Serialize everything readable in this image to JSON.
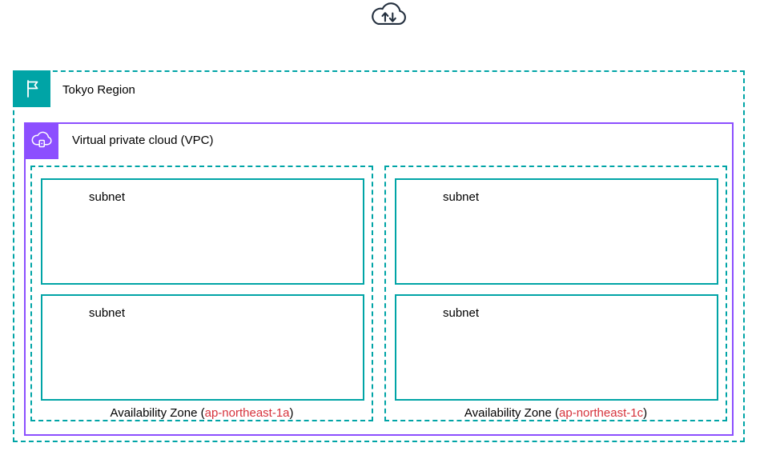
{
  "diagram": {
    "cloud": {
      "icon": "aws-cloud-icon"
    },
    "region": {
      "label": "Tokyo Region",
      "icon": "region-flag-icon",
      "color": "#00a4a6"
    },
    "vpc": {
      "label": "Virtual private cloud (VPC)",
      "icon": "vpc-icon",
      "color": "#8c4fff"
    },
    "availability_zones": [
      {
        "label_prefix": "Availability Zone (",
        "zone_code": "ap-northeast-1a",
        "label_suffix": ")",
        "subnets": [
          {
            "label": "subnet"
          },
          {
            "label": "subnet"
          }
        ]
      },
      {
        "label_prefix": "Availability Zone (",
        "zone_code": "ap-northeast-1c",
        "label_suffix": ")",
        "subnets": [
          {
            "label": "subnet"
          },
          {
            "label": "subnet"
          }
        ]
      }
    ],
    "colors": {
      "region_border": "#00a4a6",
      "az_border": "#00a4a6",
      "subnet_border": "#00a4a6",
      "vpc_border": "#8c4fff",
      "zone_code_text": "#d6323b",
      "cloud_icon": "#232f3e",
      "text": "#000000",
      "background": "#ffffff"
    }
  }
}
